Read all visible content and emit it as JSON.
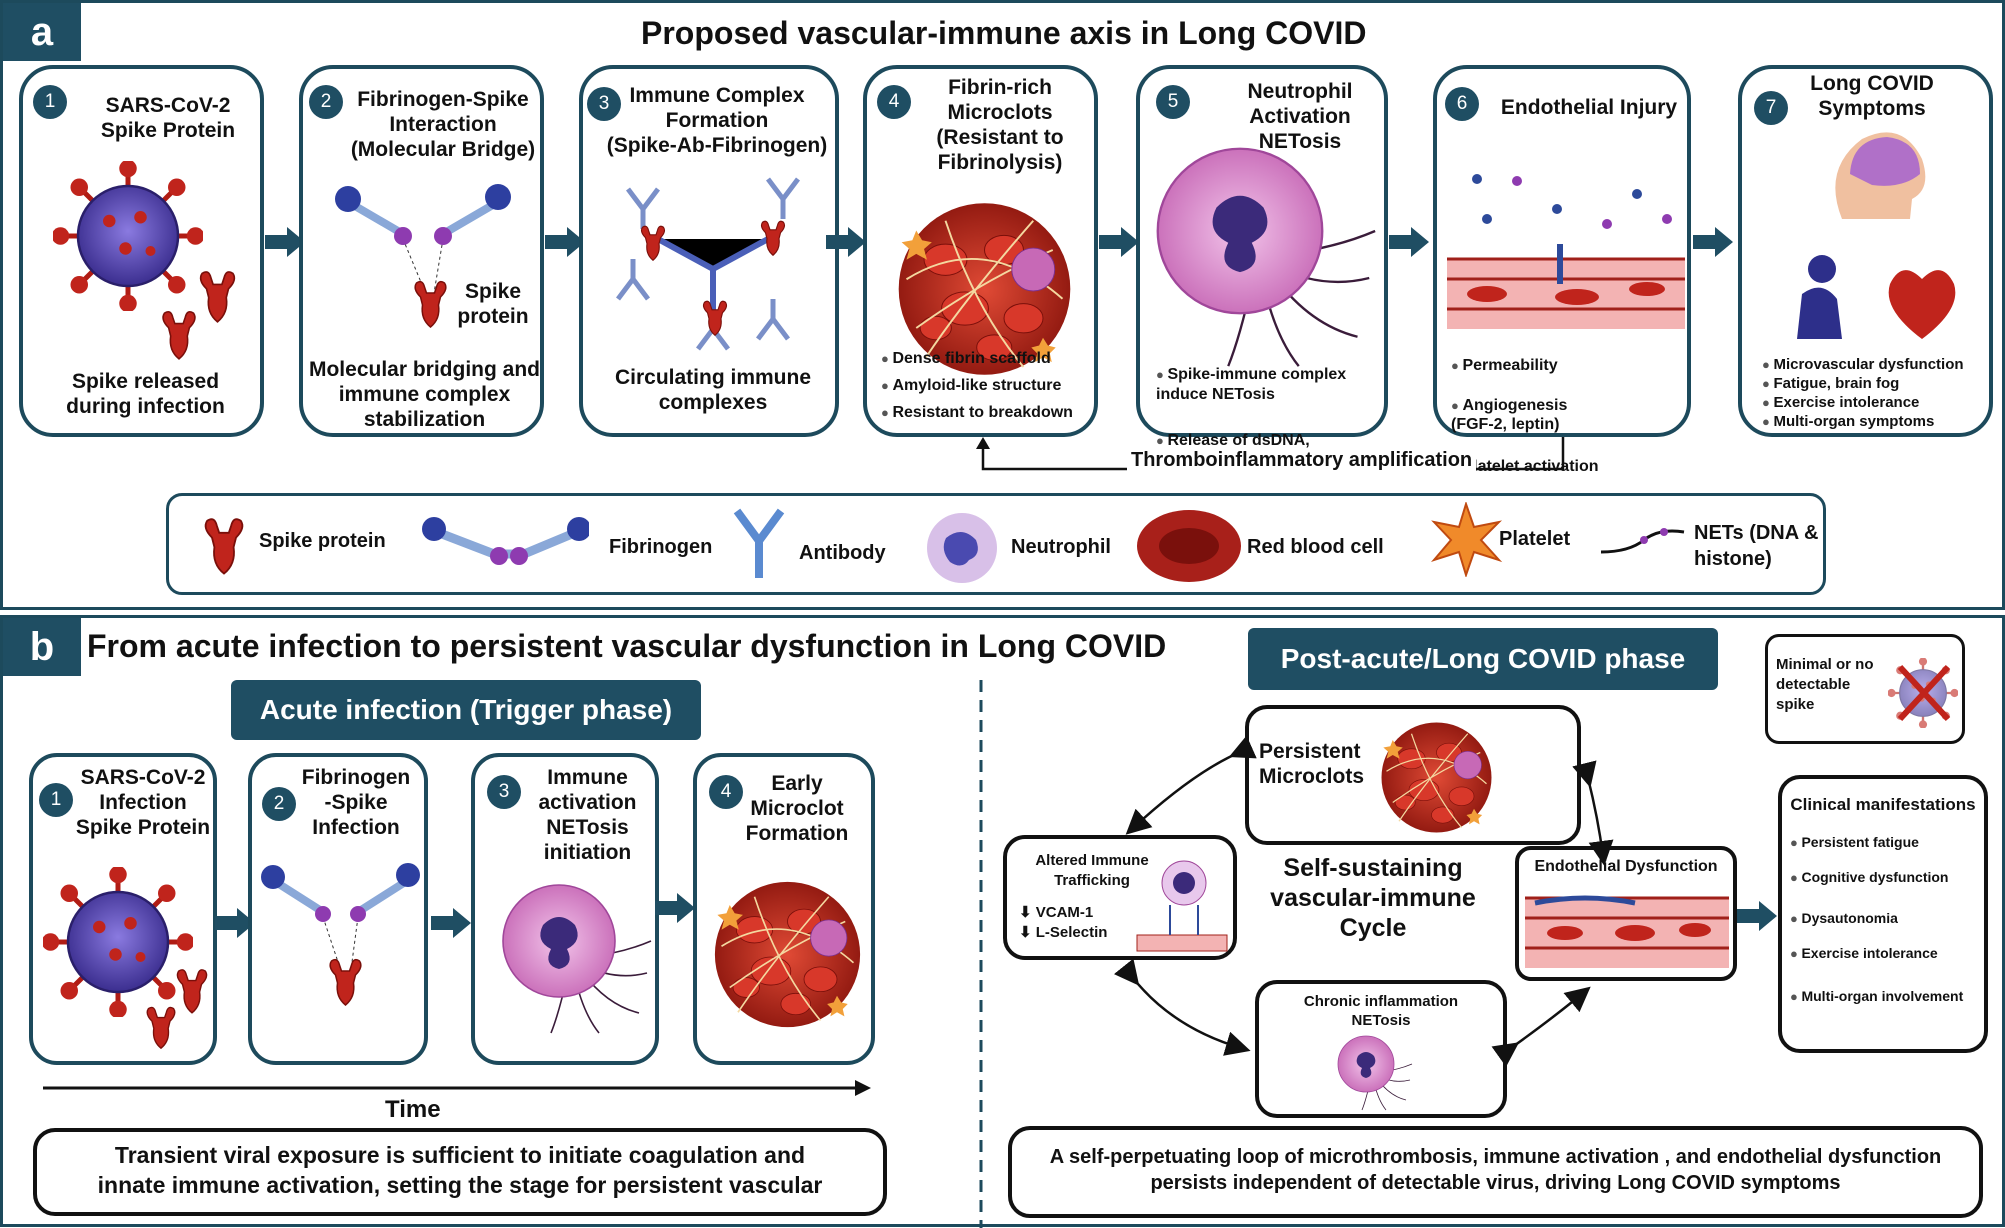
{
  "panel_a": {
    "tag": "a",
    "title": "Proposed vascular-immune axis in Long COVID",
    "steps": [
      {
        "num": "1",
        "title": "SARS-CoV-2\nSpike Protein",
        "foot": "Spike released\nduring infection"
      },
      {
        "num": "2",
        "title": "Fibrinogen-Spike\nInteraction\n(Molecular Bridge)",
        "side": "Spike\nprotein",
        "foot": "Molecular bridging and\nimmune complex\nstabilization"
      },
      {
        "num": "3",
        "title": "Immune Complex\nFormation\n(Spike-Ab-Fibrinogen)",
        "foot": "Circulating immune\ncomplexes"
      },
      {
        "num": "4",
        "title": "Fibrin-rich\nMicroclots\n(Resistant to\nFibrinolysis)",
        "bullets": [
          "Dense fibrin scaffold",
          "Amyloid-like structure",
          "Resistant to breakdown"
        ]
      },
      {
        "num": "5",
        "title": "Neutrophil\nActivation\nNETosis",
        "bullets": [
          "Spike-immune complex\ninduce NETosis",
          "Release of dsDNA,\nhistone, proteases"
        ]
      },
      {
        "num": "6",
        "title": "Endothelial Injury",
        "bullets": [
          "Permeability",
          "Angiogenesis\n(FGF-2, leptin)",
          "Platelet activation"
        ]
      },
      {
        "num": "7",
        "title": "Long COVID\nSymptoms",
        "bullets": [
          "Microvascular dysfunction",
          "Fatigue, brain fog",
          "Exercise intolerance",
          "Multi-organ  symptoms"
        ]
      }
    ],
    "feedback_label": "Thromboinflammatory amplification",
    "legend": [
      "Spike protein",
      "Fibrinogen",
      "Antibody",
      "Neutrophil",
      "Red blood cell",
      "Platelet",
      "NETs (DNA &\nhistone)"
    ]
  },
  "panel_b": {
    "tag": "b",
    "title": "From acute infection to persistent vascular dysfunction in Long COVID",
    "acute_label": "Acute infection (Trigger phase)",
    "acute_steps": [
      {
        "num": "1",
        "title": "SARS-CoV-2\nInfection\nSpike Protein"
      },
      {
        "num": "2",
        "title": "Fibrinogen\n-Spike\nInfection"
      },
      {
        "num": "3",
        "title": "Immune\nactivation\nNETosis\ninitiation"
      },
      {
        "num": "4",
        "title": "Early\nMicroclot\nFormation"
      }
    ],
    "time_label": "Time",
    "acute_summary": "Transient viral exposure is sufficient to initiate coagulation and\ninnate immune activation, setting the stage for persistent vascular",
    "post_label": "Post-acute/Long COVID phase",
    "minimal_spike": "Minimal or no\ndetectable\nspike",
    "cycle_center": "Self-sustaining\nvascular-immune\nCycle",
    "cycle_nodes": {
      "microclots": "Persistent\nMicroclots",
      "endothelial": "Endothelial Dysfunction",
      "inflammation": "Chronic inflammation\nNETosis",
      "trafficking": "Altered Immune\nTrafficking",
      "trafficking_items": [
        "VCAM-1",
        "L-Selectin"
      ]
    },
    "clinical_title": "Clinical manifestations",
    "clinical_items": [
      "Persistent fatigue",
      "Cognitive dysfunction",
      "Dysautonomia",
      "Exercise intolerance",
      "Multi-organ involvement"
    ],
    "post_summary": "A self-perpetuating loop of microthrombosis, immune activation , and endothelial dysfunction\npersists independent of detectable virus, driving Long COVID symptoms"
  },
  "colors": {
    "navy": "#1f4e63",
    "red": "#c0241c",
    "purple": "#7b2f8f",
    "pink": "#d889c9"
  }
}
